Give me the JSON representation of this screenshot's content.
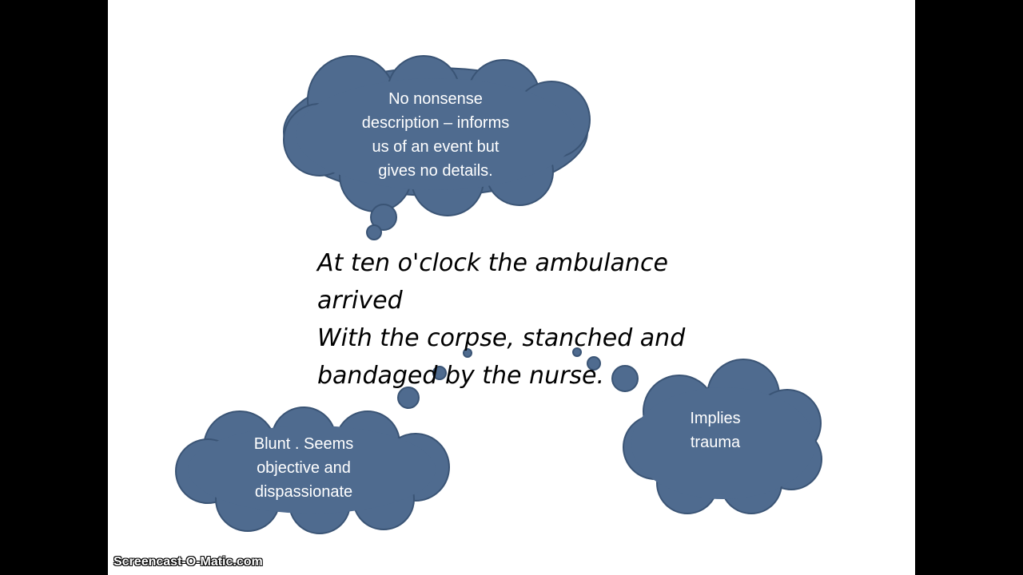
{
  "poem": {
    "lines": [
      "At ten o'clock the ambulance",
      "arrived",
      "With the corpse, stanched and",
      "bandaged by the nurse."
    ]
  },
  "clouds": {
    "top": {
      "lines": [
        "No nonsense",
        "description – informs",
        "us of an event but",
        "gives no details."
      ]
    },
    "bottom_left": {
      "lines": [
        "Blunt .  Seems",
        "objective and",
        "dispassionate"
      ]
    },
    "right": {
      "lines": [
        "Implies",
        "trauma"
      ]
    }
  },
  "colors": {
    "cloud_fill": "#4f6b8f",
    "cloud_outline": "#3a5475",
    "slide_bg": "#ffffff",
    "frame": "#000000"
  },
  "watermark": "Screencast-O-Matic.com"
}
